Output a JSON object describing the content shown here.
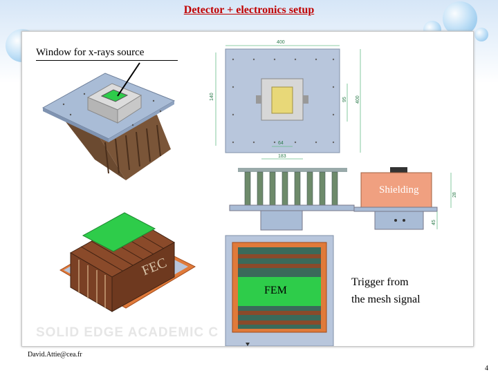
{
  "slide": {
    "title": "Detector + electronics setup",
    "window_label": "Window for x-rays source",
    "shielding_label": "Shielding",
    "fec_label": "FEC",
    "fem_label": "FEM",
    "trigger_label_line1": "Trigger from",
    "trigger_label_line2": "the mesh signal",
    "watermark": "SOLID EDGE ACADEMIC C",
    "email": "David.Attie@cea.fr",
    "page_number": "4"
  },
  "drawing": {
    "dim_400_top": "400",
    "dim_140": "140",
    "dim_95": "95",
    "dim_400_right": "400",
    "dim_64": "64",
    "dim_183": "183",
    "dim_28": "28",
    "dim_45": "45"
  },
  "colors": {
    "title": "#c00000",
    "shielding": "#f0a080",
    "copper": "#8a4a2a",
    "green_detector": "#2ecc4a",
    "plate": "#a9bcd6"
  }
}
